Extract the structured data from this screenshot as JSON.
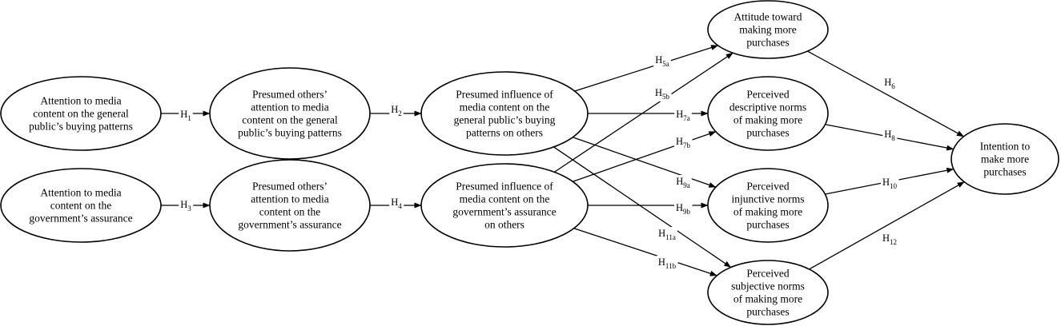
{
  "nodes": [
    {
      "id": "att_public",
      "lines": [
        "Attention to media",
        "content on the general",
        "public’s buying patterns"
      ]
    },
    {
      "id": "att_gov",
      "lines": [
        "Attention to media",
        "content on the",
        "government’s assurance"
      ]
    },
    {
      "id": "pres_att_public",
      "lines": [
        "Presumed others’",
        "attention to media",
        "content on the general",
        "public’s buying patterns"
      ]
    },
    {
      "id": "pres_att_gov",
      "lines": [
        "Presumed others’",
        "attention to media",
        "content on the",
        "government’s assurance"
      ]
    },
    {
      "id": "pres_inf_public",
      "lines": [
        "Presumed influence of",
        "media content on the",
        "general public’s buying",
        "patterns on others"
      ]
    },
    {
      "id": "pres_inf_gov",
      "lines": [
        "Presumed influence of",
        "media content on the",
        "government’s assurance",
        "on others"
      ]
    },
    {
      "id": "attitude",
      "lines": [
        "Attitude toward",
        "making more",
        "purchases"
      ]
    },
    {
      "id": "descriptive",
      "lines": [
        "Perceived",
        "descriptive norms",
        "of making more",
        "purchases"
      ]
    },
    {
      "id": "injunctive",
      "lines": [
        "Perceived",
        "injunctive norms",
        "of making more",
        "purchases"
      ]
    },
    {
      "id": "subjective",
      "lines": [
        "Perceived",
        "subjective norms",
        "of making more",
        "purchases"
      ]
    },
    {
      "id": "intention",
      "lines": [
        "Intention to",
        "make more",
        "purchases"
      ]
    }
  ],
  "edges": [
    {
      "id": "h1",
      "from": "att_public",
      "to": "pres_att_public",
      "label": {
        "main": "H",
        "sub": "1"
      }
    },
    {
      "id": "h2",
      "from": "pres_att_public",
      "to": "pres_inf_public",
      "label": {
        "main": "H",
        "sub": "2"
      }
    },
    {
      "id": "h3",
      "from": "att_gov",
      "to": "pres_att_gov",
      "label": {
        "main": "H",
        "sub": "3"
      }
    },
    {
      "id": "h4",
      "from": "pres_att_gov",
      "to": "pres_inf_gov",
      "label": {
        "main": "H",
        "sub": "4"
      }
    },
    {
      "id": "h5a",
      "from": "pres_inf_public",
      "to": "attitude",
      "label": {
        "main": "H",
        "sub": "5a"
      }
    },
    {
      "id": "h5b",
      "from": "pres_inf_gov",
      "to": "attitude",
      "label": {
        "main": "H",
        "sub": "5b"
      }
    },
    {
      "id": "h7a",
      "from": "pres_inf_public",
      "to": "descriptive",
      "label": {
        "main": "H",
        "sub": "7a"
      }
    },
    {
      "id": "h7b",
      "from": "pres_inf_gov",
      "to": "descriptive",
      "label": {
        "main": "H",
        "sub": "7b"
      }
    },
    {
      "id": "h9a",
      "from": "pres_inf_public",
      "to": "injunctive",
      "label": {
        "main": "H",
        "sub": "9a"
      }
    },
    {
      "id": "h9b",
      "from": "pres_inf_gov",
      "to": "injunctive",
      "label": {
        "main": "H",
        "sub": "9b"
      }
    },
    {
      "id": "h11a",
      "from": "pres_inf_public",
      "to": "subjective",
      "label": {
        "main": "H",
        "sub": "11a"
      }
    },
    {
      "id": "h11b",
      "from": "pres_inf_gov",
      "to": "subjective",
      "label": {
        "main": "H",
        "sub": "11b"
      }
    },
    {
      "id": "h6",
      "from": "attitude",
      "to": "intention",
      "label": {
        "main": "H",
        "sub": "6"
      }
    },
    {
      "id": "h8",
      "from": "descriptive",
      "to": "intention",
      "label": {
        "main": "H",
        "sub": "8"
      }
    },
    {
      "id": "h10",
      "from": "injunctive",
      "to": "intention",
      "label": {
        "main": "H",
        "sub": "10"
      }
    },
    {
      "id": "h12",
      "from": "subjective",
      "to": "intention",
      "label": {
        "main": "H",
        "sub": "12"
      }
    }
  ]
}
